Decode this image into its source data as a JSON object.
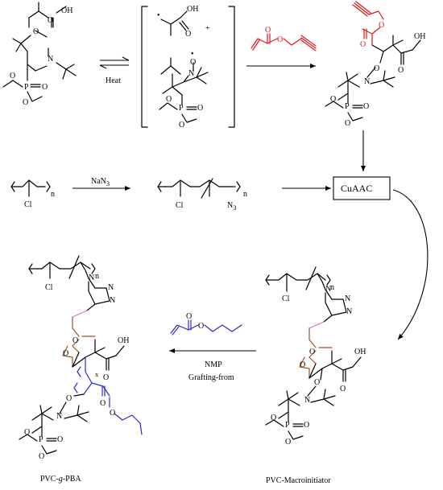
{
  "conditions": {
    "heat": "Heat",
    "nan3": "NaN",
    "nan3_sub": "3",
    "cuaac": "CuAAC",
    "nmp": "NMP",
    "grafting": "Grafting-from"
  },
  "atoms": {
    "oh": "OH",
    "o": "O",
    "n": "N",
    "p": "P",
    "cl": "Cl",
    "plus": "+",
    "dot": "•",
    "sub_n": "n",
    "n3": "N",
    "n3_sub": "3",
    "triazole_n1": "N",
    "triazole_n2": "N",
    "triazole_n3": "N",
    "x_sub": "x"
  },
  "captions": {
    "left_prefix": "PVC-",
    "left_italic": "g",
    "left_suffix": "-PBA",
    "right": "PVC-Macroinitiator"
  },
  "colors": {
    "red": "#e0161b",
    "blue": "#2a2acb",
    "brown": "#a0521e",
    "pink": "#e070c8",
    "black": "#000000"
  }
}
